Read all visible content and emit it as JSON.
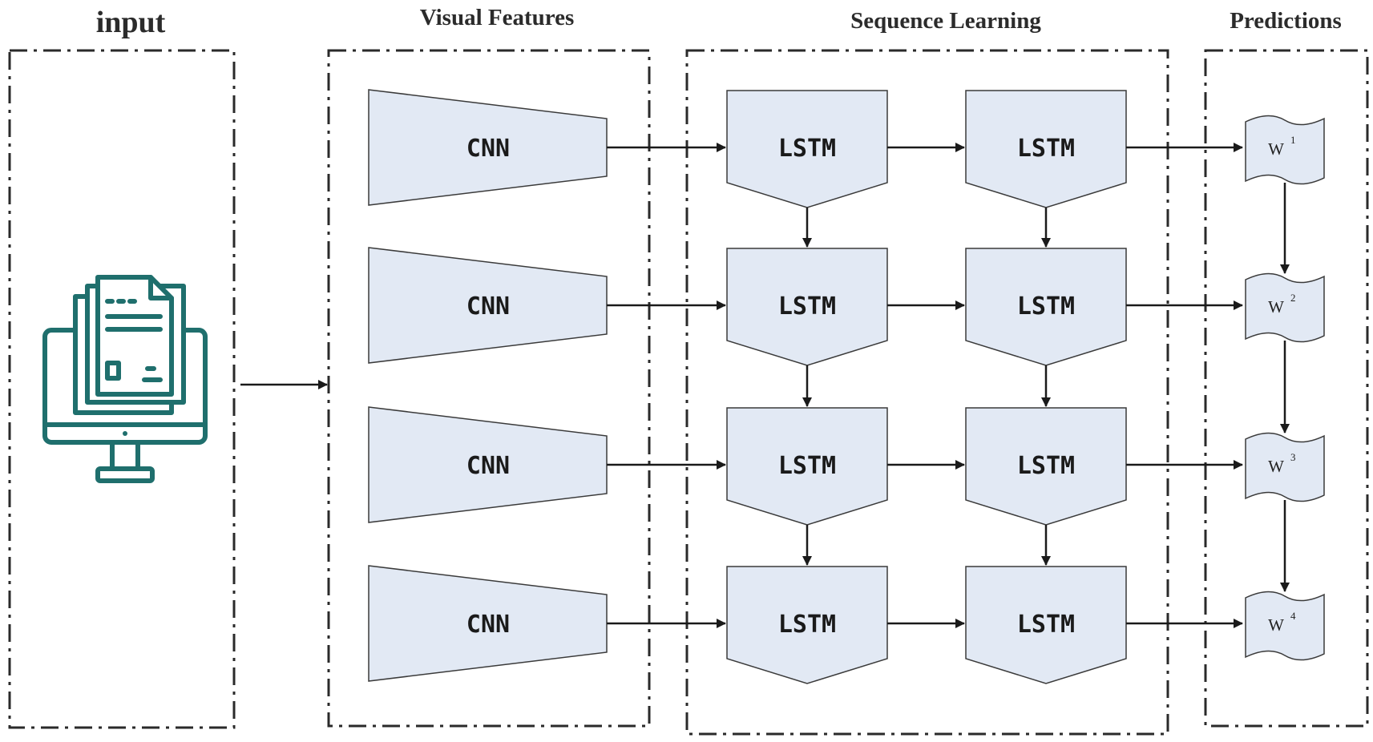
{
  "sections": {
    "input": "input",
    "visual_features": "Visual Features",
    "sequence_learning": "Sequence Learning",
    "predictions": "Predictions"
  },
  "cnn_label": "CNN",
  "lstm_label": "LSTM",
  "predictions": [
    {
      "base": "W",
      "sup": "1"
    },
    {
      "base": "W",
      "sup": "2"
    },
    {
      "base": "W",
      "sup": "3"
    },
    {
      "base": "W",
      "sup": "4"
    }
  ],
  "colors": {
    "block_fill": "#e2e9f4",
    "block_stroke": "#3a3a3a",
    "icon": "#1f6f6d",
    "frame": "#2a2a2a"
  },
  "icon": "document-monitor-icon"
}
